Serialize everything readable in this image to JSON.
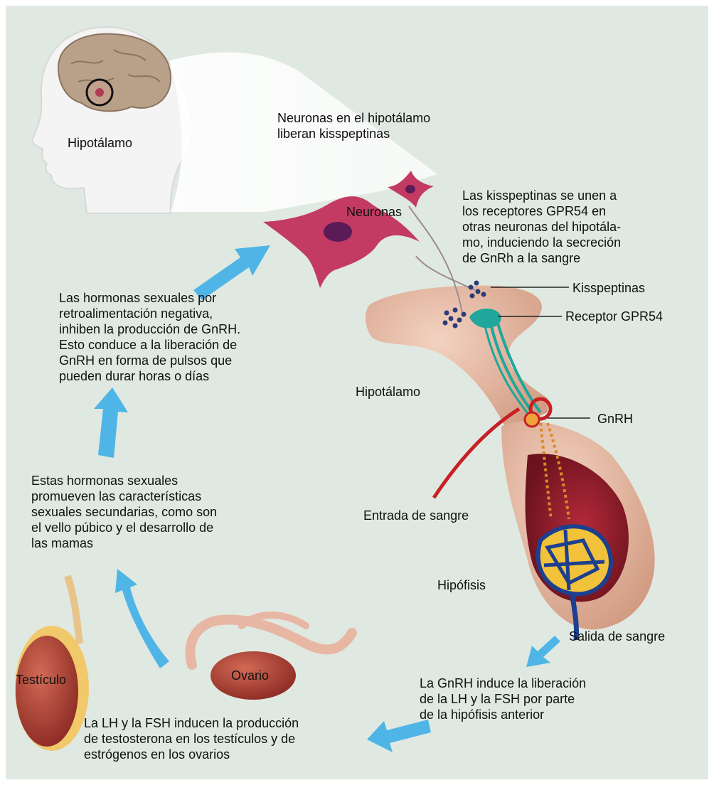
{
  "labels": {
    "hipotalamo_head": "Hipotálamo",
    "neuronas_title": "Neuronas en el hipotálamo\nliberan kisspeptinas",
    "neuronas": "Neuronas",
    "kiss_bind": "Las kisspeptinas se unen a\nlos receptores GPR54 en\notras neuronas del hipotála-\nmo, induciendo la secreción\nde GnRh a la sangre",
    "kisspeptinas": "Kisspeptinas",
    "receptor": "Receptor GPR54",
    "feedback": "Las hormonas sexuales por\nretroalimentación negativa,\ninhiben la producción de GnRH.\nEsto conduce a la liberación de\nGnRH en forma de pulsos que\npueden durar horas o días",
    "hipotalamo_brain": "Hipotálamo",
    "gnrh": "GnRH",
    "secondary": "Estas hormonas sexuales\npromueven las características\nsexuales secundarias, como son\nel vello púbico y el desarrollo de\nlas mamas",
    "entrada": "Entrada de sangre",
    "hipofisis": "Hipófisis",
    "salida": "Salida de sangre",
    "gnrh_induce": "La GnRH induce la liberación\nde la LH y la FSH por parte\nde la hipófisis anterior",
    "testiculo": "Testículo",
    "ovario": "Ovario",
    "lh_fsh": "La LH y la FSH inducen la producción\nde testosterona en los testículos y de\nestrógenos en los ovarios"
  },
  "colors": {
    "background": "#dfe9e1",
    "arrow": "#4fb5e6",
    "tissue": "#e3b39c",
    "pituitary": "#8e1d2a",
    "neuron": "#c33a63",
    "receptor": "#1ea79a",
    "capillary": "#1d3f8f",
    "capillary_fill": "#f1c23a"
  }
}
